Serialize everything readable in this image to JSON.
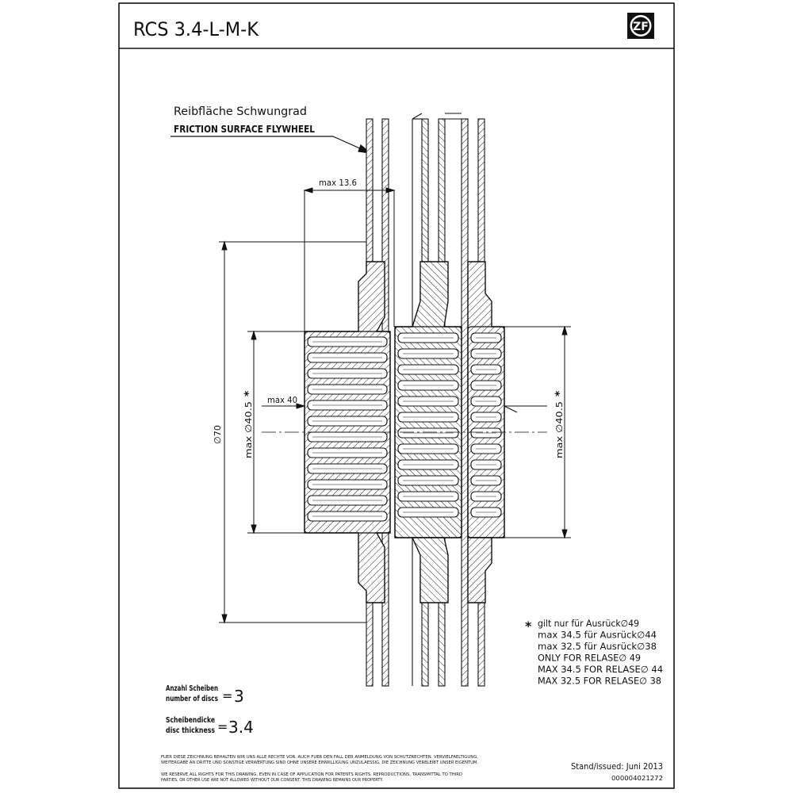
{
  "title": "RCS 3.4-L-M-K",
  "logo": "ZF",
  "friction_label_de": "Reibfläche Schwungrad",
  "friction_label_en": "FRICTION SURFACE FLYWHEEL",
  "dimensions": {
    "max_width": "max 13.6",
    "outer_dia": "∅70",
    "inner_dia_left": "max ∅40.5",
    "inner_dia_right": "max ∅40.5",
    "star": "*",
    "max_hub": "max 40"
  },
  "notes": [
    "gilt nur für Ausrück∅49",
    "max 34.5 für Ausrück∅44",
    "max 32.5 für Ausrück∅38",
    "ONLY FOR RELASE∅ 49",
    "MAX 34.5 FOR RELASE∅ 44",
    "MAX 32.5 FOR RELASE∅ 38"
  ],
  "notes_star": "*",
  "discs": {
    "label_de": "Anzahl Scheiben",
    "label_en": "number of discs",
    "equals": "=",
    "value": "3"
  },
  "thickness": {
    "label_de": "Scheibendicke",
    "label_en": "disc thickness",
    "equals": "=",
    "value": "3.4"
  },
  "legal": [
    "FUER DIESE ZEICHNUNG BEHALTEN WIR UNS ALLE RECHTE VOR. AUCH FUER DEN FALL DER ANMELDUNG VON SCHUTZRECHTEN. VERVIELFAELTIGUNG,",
    "WEITERGABE AN DRITTE UND SONSTIGE VERWERTUNG SIND OHNE UNSERE EINWILLIGUNG UNZULAESSIG. DIE ZEICHNUNG VERBLEIBT UNSER EIGENTUM.",
    "WE RESERVE ALL RIGHTS FOR THIS DRAWING, EVEN IN CASE OF APPLICATION FOR PATENTS RIGHTS. REPRODUCTIONS, TRANSMITTAL TO THIRD",
    "PARTIES, OR OTHER USE ARE NOT ALLOWED WITHOUT OUR CONSENT. THIS DRAWING REMAINS OUR PROPERTY."
  ],
  "stand": "Stand/issued: Juni 2013",
  "doc_number": "000004021272"
}
